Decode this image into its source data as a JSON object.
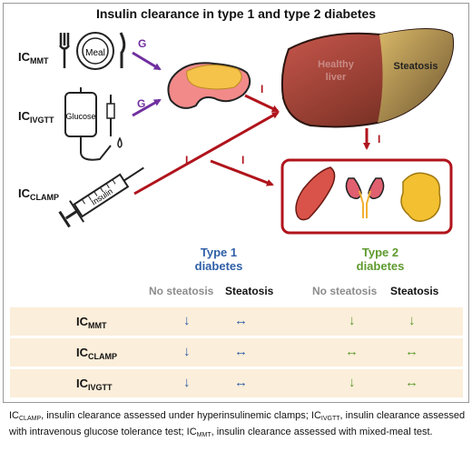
{
  "title": "Insulin clearance in type 1 and type 2 diabetes",
  "tests": {
    "mmt": {
      "main": "IC",
      "sub": "MMT",
      "item": "Meal",
      "signal": "G"
    },
    "ivgtt": {
      "main": "IC",
      "sub": "IVGTT",
      "item": "Glucose",
      "signal": "G"
    },
    "clamp": {
      "main": "IC",
      "sub": "CLAMP",
      "item": "Insulin"
    }
  },
  "signals": {
    "i1": "I",
    "i2": "I",
    "i3": "I",
    "i4": "I"
  },
  "liver": {
    "healthy": "Healthy liver",
    "steatosis": "Steatosis"
  },
  "colors": {
    "type1": "#2f5fa7",
    "type2": "#5e9a2e",
    "arrow_red": "#b0141c",
    "arrow_purple": "#7030a0",
    "band": "#fbeeda",
    "no_steatosis": "#8c8c8c"
  },
  "table": {
    "type1_header": "Type 1 diabetes",
    "type2_header": "Type 2 diabetes",
    "subheaders": [
      "No steatosis",
      "Steatosis",
      "No steatosis",
      "Steatosis"
    ],
    "rows": [
      {
        "main": "IC",
        "sub": "MMT",
        "cells": [
          "down-arrow",
          "left-right-arrow",
          "down-arrow",
          "down-arrow"
        ]
      },
      {
        "main": "IC",
        "sub": "CLAMP",
        "cells": [
          "down-arrow",
          "left-right-arrow",
          "left-right-arrow",
          "left-right-arrow"
        ]
      },
      {
        "main": "IC",
        "sub": "IVGTT",
        "cells": [
          "down-arrow",
          "left-right-arrow",
          "down-arrow",
          "left-right-arrow"
        ]
      }
    ]
  },
  "caption": {
    "p1_main": "IC",
    "p1_sub": "CLAMP",
    "p1_text": ", insulin clearance assessed under hyperinsulinemic clamps; ",
    "p2_main": "IC",
    "p2_sub": "IVGTT",
    "p2_text": ", insulin clearance assessed with intravenous glucose tolerance test; ",
    "p3_main": "IC",
    "p3_sub": "MMT",
    "p3_text": ", insulin clearance assessed with mixed-meal test."
  }
}
